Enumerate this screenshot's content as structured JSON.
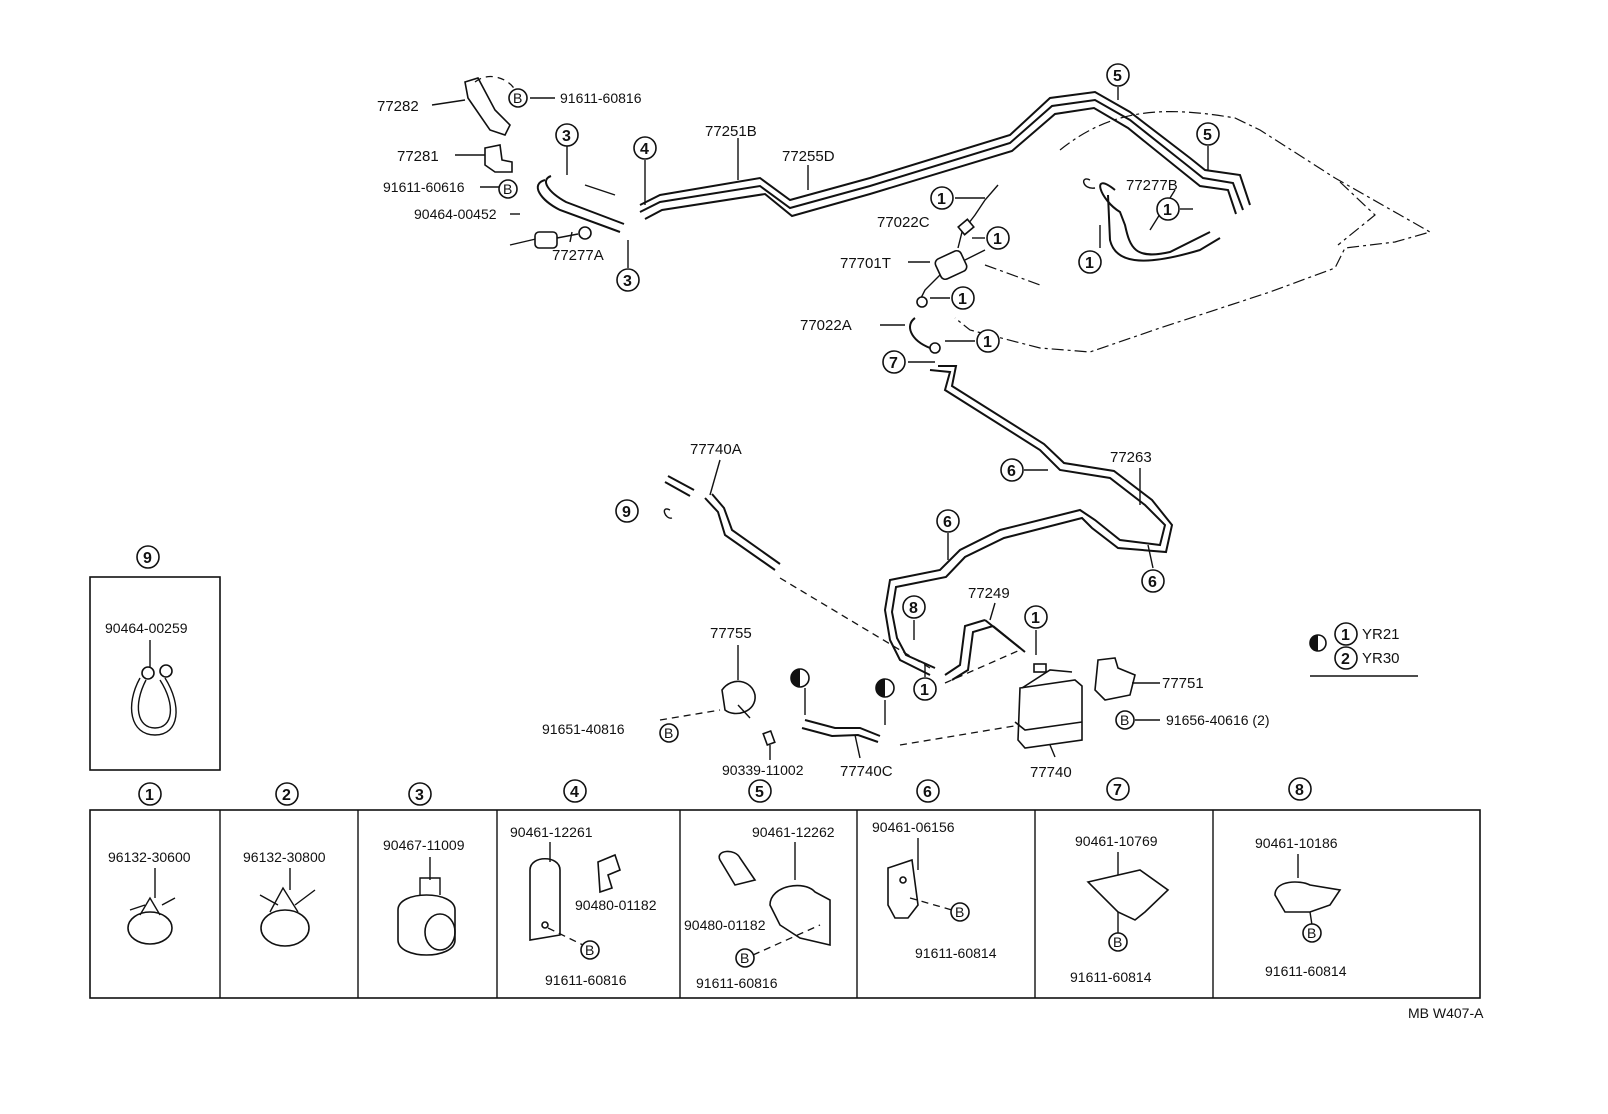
{
  "callouts": {
    "p77282": "77282",
    "p77281": "77281",
    "b91611_60816_top": "91611-60816",
    "b91611_60616": "91611-60616",
    "p90464_00452": "90464-00452",
    "p77277A": "77277A",
    "p77251B": "77251B",
    "p77255D": "77255D",
    "p77022C": "77022C",
    "p77701T": "77701T",
    "p77022A": "77022A",
    "p77277B": "77277B",
    "p77740A": "77740A",
    "p77263": "77263",
    "p77249": "77249",
    "p77755": "77755",
    "p91651_40816": "91651-40816",
    "p90339_11002": "90339-11002",
    "p77740C": "77740C",
    "p77740": "77740",
    "p77751": "77751",
    "p91656_40616": "91656-40616 (2)"
  },
  "markers": {
    "one": "1",
    "two": "2",
    "three": "3",
    "four": "4",
    "five": "5",
    "six": "6",
    "seven": "7",
    "eight": "8",
    "nine": "9",
    "bolt": "B"
  },
  "legend": {
    "row1": "YR21",
    "row2": "YR30"
  },
  "details": {
    "d9": "90464-00259",
    "d1": "96132-30600",
    "d2": "96132-30800",
    "d3": "90467-11009",
    "d4a": "90461-12261",
    "d4b": "90480-01182",
    "d4c": "91611-60816",
    "d5a": "90461-12262",
    "d5b": "90480-01182",
    "d5c": "91611-60816",
    "d6a": "90461-06156",
    "d6b": "91611-60814",
    "d7a": "90461-10769",
    "d7b": "91611-60814",
    "d8a": "90461-10186",
    "d8b": "91611-60814"
  },
  "footer": {
    "code": "MB W407-A"
  }
}
